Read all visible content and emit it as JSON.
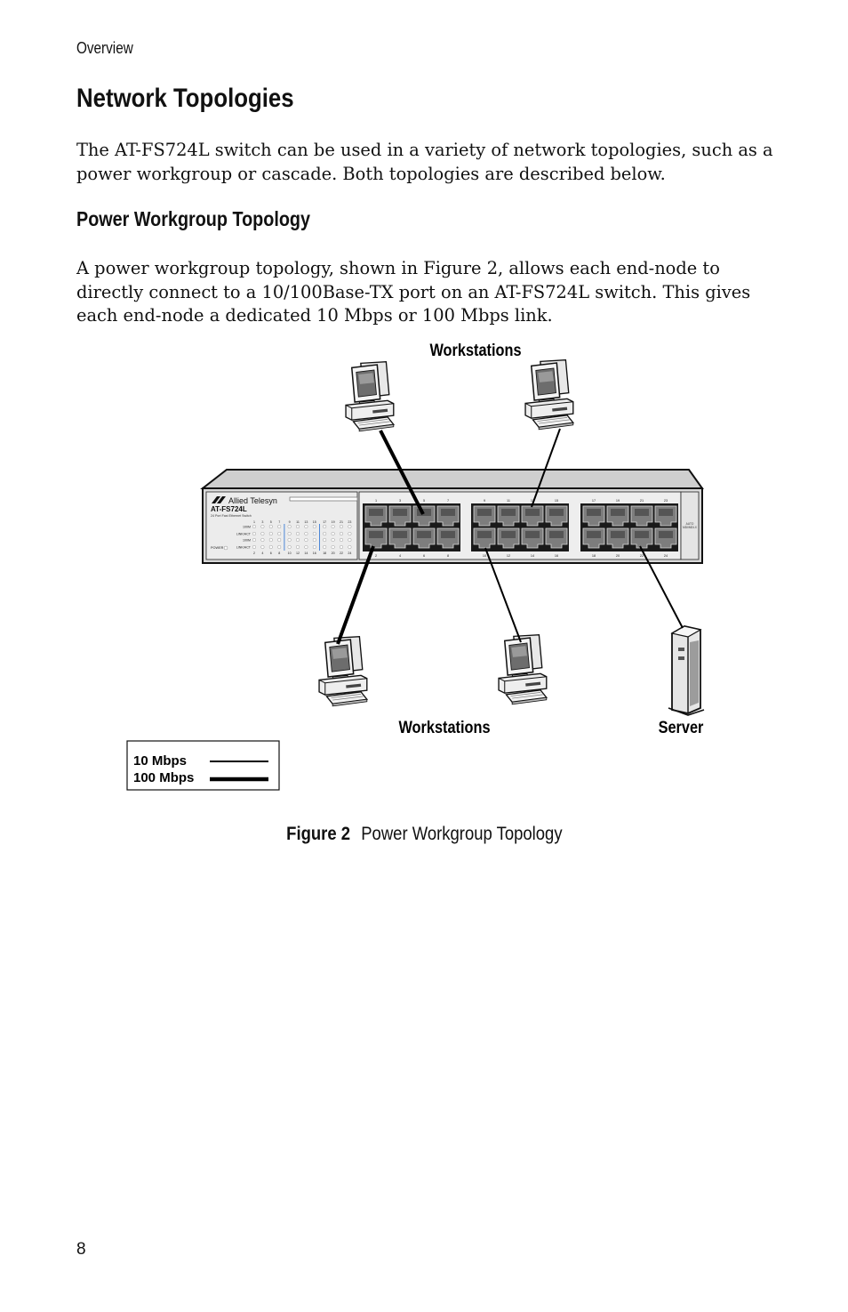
{
  "header": {
    "running_head": "Overview"
  },
  "section": {
    "title": "Network Topologies",
    "intro": "The AT-FS724L switch can be used in a variety of network topologies, such as a power workgroup or cascade. Both topologies are described below."
  },
  "subsection": {
    "title": "Power Workgroup Topology",
    "body": "A power workgroup topology, shown in Figure 2, allows each end-node to directly connect to a 10/100Base-TX port on an AT-FS724L switch. This gives each end-node a dedicated 10 Mbps or 100 Mbps link."
  },
  "figure": {
    "labels": {
      "top_workstations": "Workstations",
      "bottom_workstations": "Workstations",
      "server": "Server"
    },
    "switch": {
      "brand": "Allied Telesyn",
      "model": "AT-FS724L",
      "subtitle": "24 Port Fast Ethernet Switch",
      "led_labels": [
        "100M",
        "LINK/ACT",
        "100M",
        "LINK/ACT"
      ],
      "power_label": "POWER",
      "led_top_numbers": [
        "1",
        "3",
        "5",
        "7",
        "9",
        "11",
        "13",
        "15",
        "17",
        "19",
        "21",
        "23"
      ],
      "led_bottom_numbers": [
        "2",
        "4",
        "6",
        "8",
        "10",
        "12",
        "14",
        "16",
        "18",
        "20",
        "22",
        "24"
      ],
      "port_top_numbers": [
        "1",
        "3",
        "5",
        "7",
        "9",
        "11",
        "13",
        "15",
        "17",
        "19",
        "21",
        "23"
      ],
      "port_bottom_numbers": [
        "2",
        "4",
        "6",
        "8",
        "10",
        "12",
        "14",
        "16",
        "18",
        "20",
        "22",
        "24"
      ],
      "side_label_1": "AUTO",
      "side_label_2": "MDI/MDI-X"
    },
    "legend": {
      "items": [
        {
          "label": "10 Mbps",
          "line": "thin"
        },
        {
          "label": "100 Mbps",
          "line": "thick"
        }
      ]
    },
    "caption_label": "Figure 2",
    "caption_text": "Power Workgroup Topology"
  },
  "footer": {
    "page_number": "8"
  }
}
